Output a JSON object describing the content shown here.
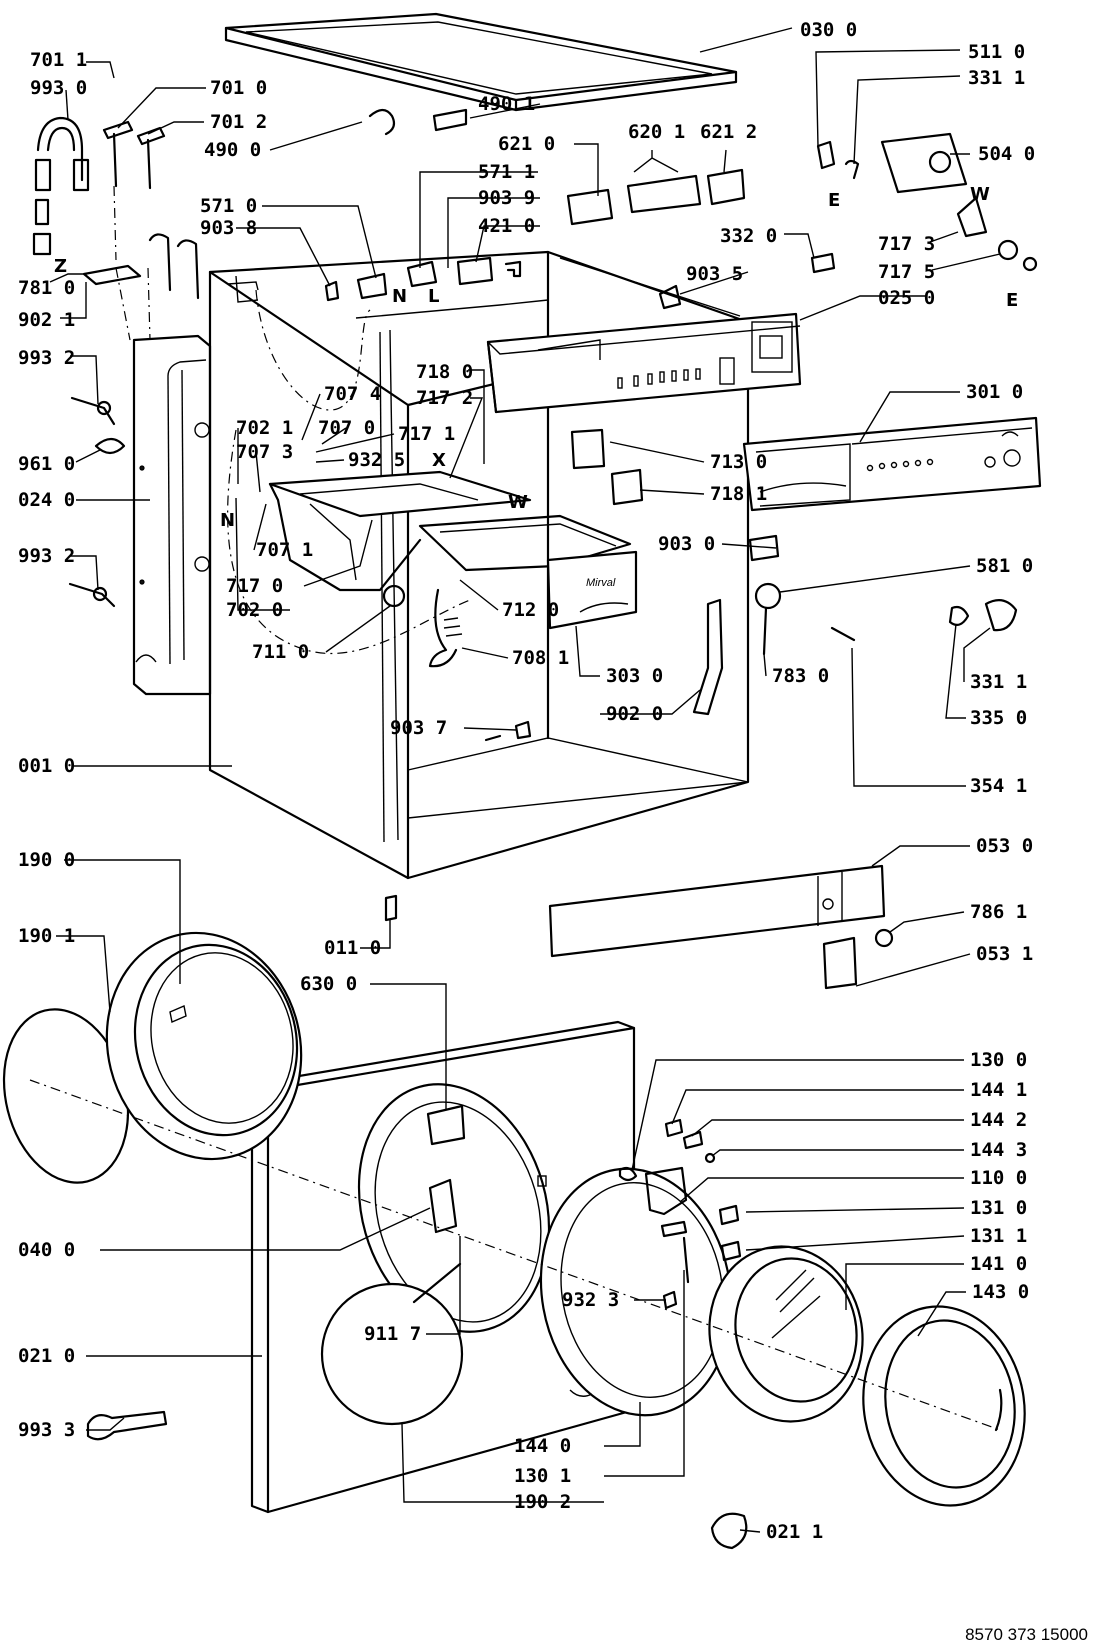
{
  "drawing_number": "8570 373 15000",
  "brand_on_dispenser": "Mirval",
  "callouts": {
    "c0300": "030 0",
    "c5110": "511 0",
    "c3311_top": "331 1",
    "c5040": "504 0",
    "c7011": "701 1",
    "c9930": "993 0",
    "c7010": "701 0",
    "c7012": "701 2",
    "c4900": "490 0",
    "c4901": "490 1",
    "c6210": "621 0",
    "c6201": "620 1",
    "c6212": "621 2",
    "c5711": "571 1",
    "c5710": "571 0",
    "c9039": "903 9",
    "c9038": "903 8",
    "c4210": "421 0",
    "c3320": "332 0",
    "c7173": "717 3",
    "c7175": "717 5",
    "c9035": "903 5",
    "c0250": "025 0",
    "c7810": "781 0",
    "c9021": "902 1",
    "c9932_a": "993 2",
    "c9932_b": "993 2",
    "c9610": "961 0",
    "c0240": "024 0",
    "c7180": "718 0",
    "c7172": "717 2",
    "c7074": "707 4",
    "c7021": "702 1",
    "c7070": "707 0",
    "c7171": "717 1",
    "c7073": "707 3",
    "c9325": "932 5",
    "c7130": "713 0",
    "c7181": "718 1",
    "c3010": "301 0",
    "c7071": "707 1",
    "c7170": "717 0",
    "c7020": "702 0",
    "c7120": "712 0",
    "c7110": "711 0",
    "c7081": "708 1",
    "c9030": "903 0",
    "c5810": "581 0",
    "c3030": "303 0",
    "c7830": "783 0",
    "c3311_bottom": "331 1",
    "c3350": "335 0",
    "c9020": "902 0",
    "c9037": "903 7",
    "c0010": "001 0",
    "c3541": "354 1",
    "c1900": "190 0",
    "c0530": "053 0",
    "c1901": "190 1",
    "c7861": "786 1",
    "c0110": "011 0",
    "c0531": "053 1",
    "c6300": "630 0",
    "c1300": "130 0",
    "c1441": "144 1",
    "c1442": "144 2",
    "c1443": "144 3",
    "c1100": "110 0",
    "c0400": "040 0",
    "c1310": "131 0",
    "c1311": "131 1",
    "c1410": "141 0",
    "c1430": "143 0",
    "c9117": "911 7",
    "c9323": "932 3",
    "c0210": "021 0",
    "c9933": "993 3",
    "c1440": "144 0",
    "c1301": "130 1",
    "c1902": "190 2",
    "c0211": "021 1"
  },
  "markers": {
    "E_left": "E",
    "E_right": "E",
    "W_top": "W",
    "W_mid": "W",
    "Z": "Z",
    "N_top": "N",
    "L_top": "L",
    "X": "X",
    "N_left": "N"
  }
}
